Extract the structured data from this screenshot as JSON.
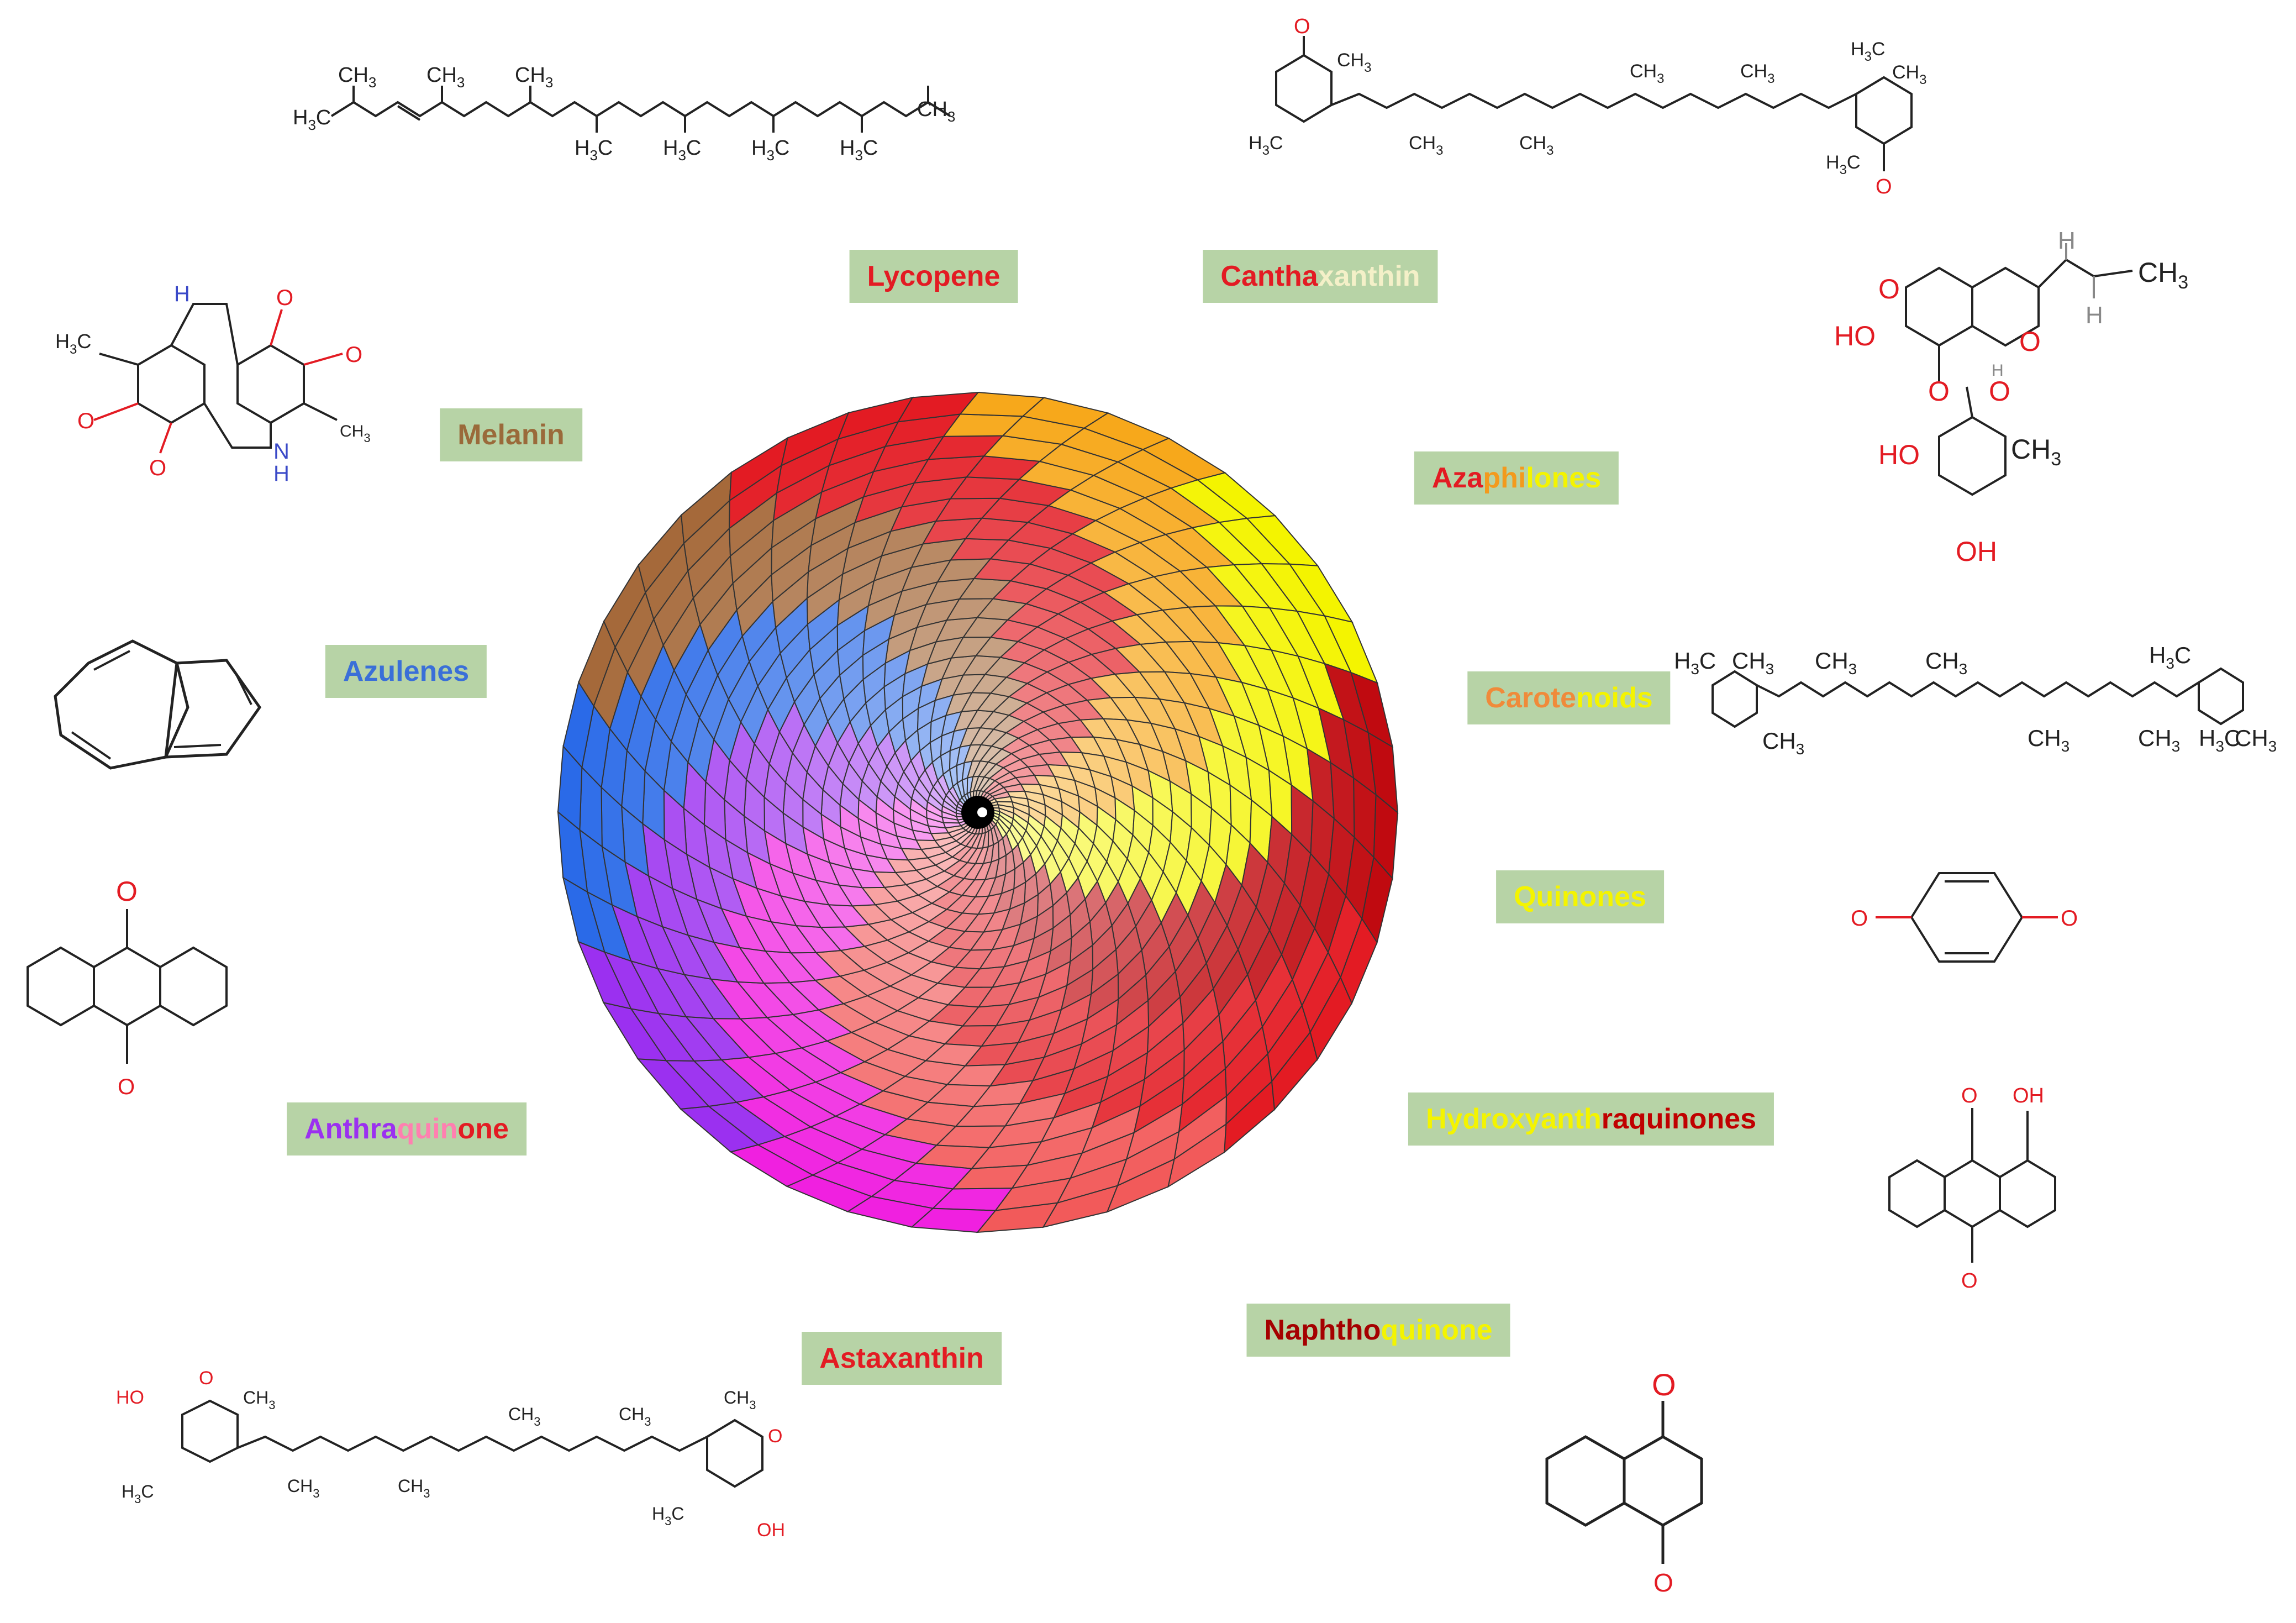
{
  "labels": [
    {
      "id": "lycopene",
      "parts": [
        {
          "text": "Lycopene",
          "color": "#e31b23"
        }
      ]
    },
    {
      "id": "canthaxanthin",
      "parts": [
        {
          "text": "Cantha",
          "color": "#e31b23"
        },
        {
          "text": "xanthin",
          "color": "#f4f0c8"
        }
      ]
    },
    {
      "id": "azaphilones",
      "parts": [
        {
          "text": "Aza",
          "color": "#e31b23"
        },
        {
          "text": "phi",
          "color": "#f39a1d"
        },
        {
          "text": "lones",
          "color": "#f4f400"
        }
      ]
    },
    {
      "id": "carotenoids",
      "parts": [
        {
          "text": "Carote",
          "color": "#f08a3a"
        },
        {
          "text": "noids",
          "color": "#f4f400"
        }
      ]
    },
    {
      "id": "quinones",
      "parts": [
        {
          "text": "Quinones",
          "color": "#f4f400"
        }
      ]
    },
    {
      "id": "hydroxyanthraquinones",
      "parts": [
        {
          "text": "Hydroxyanth",
          "color": "#f4f400"
        },
        {
          "text": "raquinones",
          "color": "#c00000"
        }
      ]
    },
    {
      "id": "naphthoquinone",
      "parts": [
        {
          "text": "Naphtho",
          "color": "#a50000"
        },
        {
          "text": "quinone",
          "color": "#f4f400"
        }
      ]
    },
    {
      "id": "astaxanthin",
      "parts": [
        {
          "text": "Astaxanthin",
          "color": "#e31b23"
        }
      ]
    },
    {
      "id": "anthraquinone",
      "parts": [
        {
          "text": "Anthra",
          "color": "#9b30f0"
        },
        {
          "text": "quin",
          "color": "#ff7fb0"
        },
        {
          "text": "one",
          "color": "#e31b23"
        }
      ]
    },
    {
      "id": "azulenes",
      "parts": [
        {
          "text": "Azulenes",
          "color": "#3a6fd8"
        }
      ]
    },
    {
      "id": "melanin",
      "parts": [
        {
          "text": "Melanin",
          "color": "#9a6a3a"
        }
      ]
    }
  ],
  "wheel": {
    "sector_colors": [
      "#e31b23",
      "#f7a81b",
      "#f4f400",
      "#c00a10",
      "#e31b23",
      "#f25a5a",
      "#f020e0",
      "#9b30f0",
      "#2a6ae8",
      "#a5693a"
    ]
  },
  "molecule_text": {
    "ch3": "CH",
    "h3c": "H",
    "sub3": "3",
    "c": "C",
    "o": "O",
    "ho": "HO",
    "oh": "OH",
    "h": "H",
    "nh": "H",
    "n": "N"
  }
}
